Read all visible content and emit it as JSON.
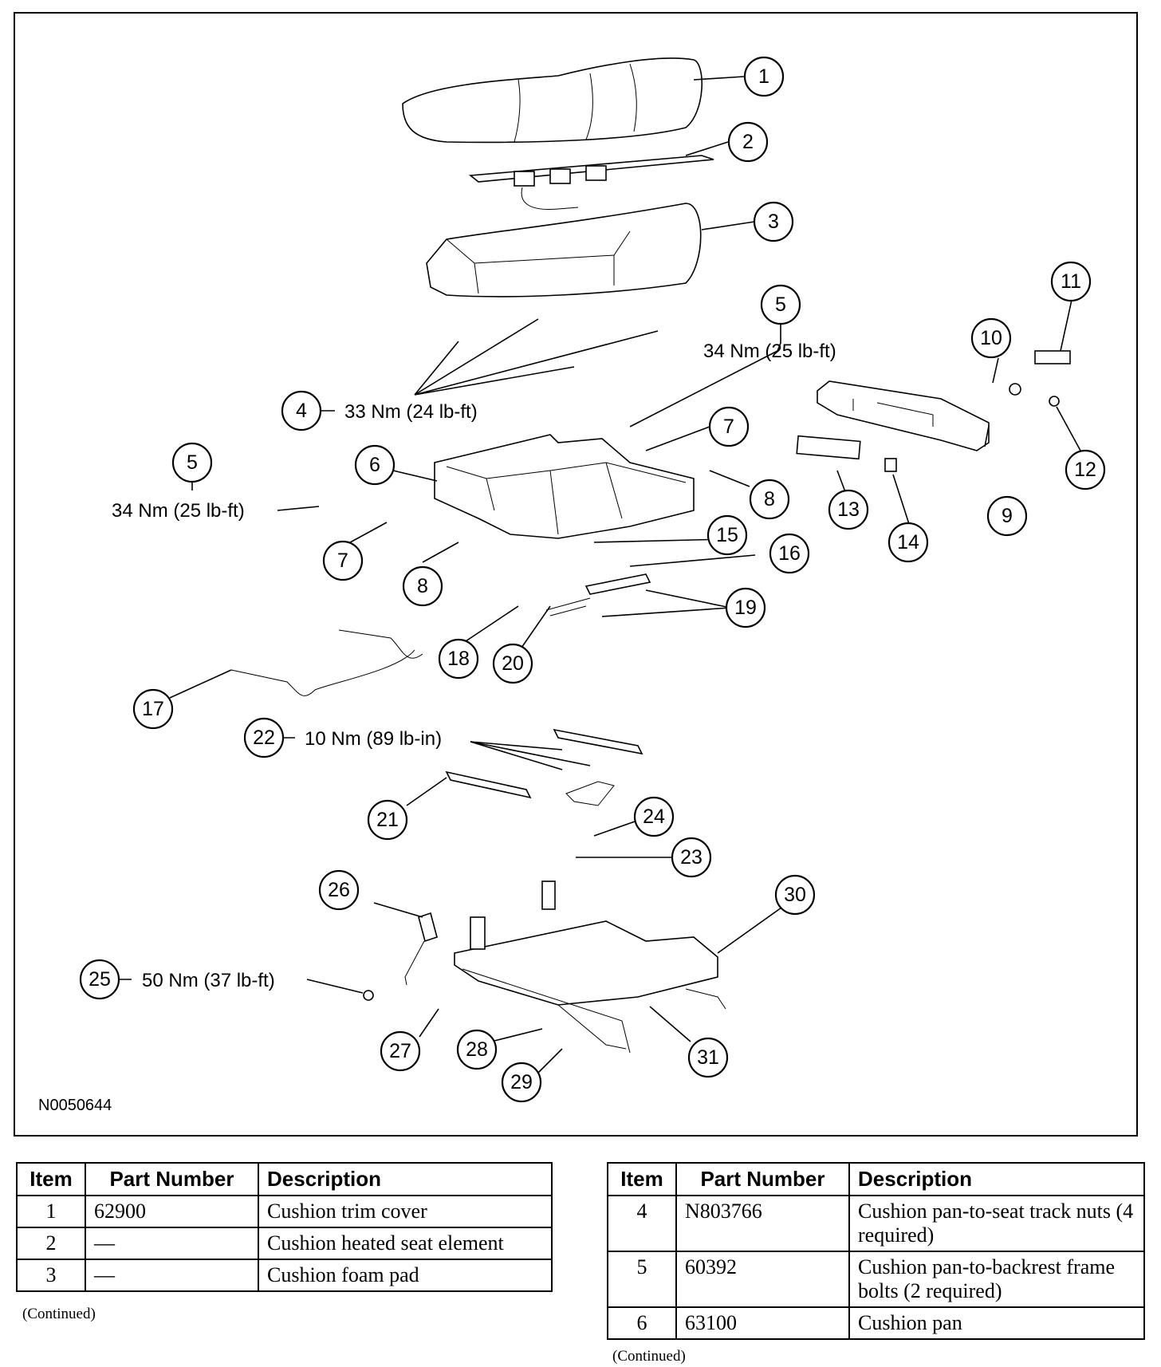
{
  "figure": {
    "id": "N0050644",
    "callouts": [
      "1",
      "2",
      "3",
      "4",
      "5",
      "5",
      "6",
      "7",
      "7",
      "8",
      "8",
      "9",
      "10",
      "11",
      "12",
      "13",
      "14",
      "15",
      "16",
      "17",
      "18",
      "19",
      "20",
      "21",
      "22",
      "23",
      "24",
      "25",
      "26",
      "27",
      "28",
      "29",
      "30",
      "31"
    ],
    "torque_specs": {
      "item4": "33 Nm (24 lb-ft)",
      "item5_right": "34 Nm (25 lb-ft)",
      "item5_left": "34 Nm (25 lb-ft)",
      "item22": "10 Nm (89 lb-in)",
      "item25": "50 Nm (37 lb-ft)"
    }
  },
  "tables": {
    "headers": {
      "item": "Item",
      "part_number": "Part Number",
      "description": "Description"
    },
    "continued": "(Continued)",
    "left": [
      {
        "item": "1",
        "part_number": "62900",
        "description": "Cushion trim cover"
      },
      {
        "item": "2",
        "part_number": "—",
        "description": "Cushion heated seat element"
      },
      {
        "item": "3",
        "part_number": "—",
        "description": "Cushion foam pad"
      }
    ],
    "right": [
      {
        "item": "4",
        "part_number": "N803766",
        "description": "Cushion pan-to-seat track nuts (4 required)"
      },
      {
        "item": "5",
        "part_number": "60392",
        "description": "Cushion pan-to-backrest frame bolts (2 required)"
      },
      {
        "item": "6",
        "part_number": "63100",
        "description": "Cushion pan"
      }
    ]
  }
}
